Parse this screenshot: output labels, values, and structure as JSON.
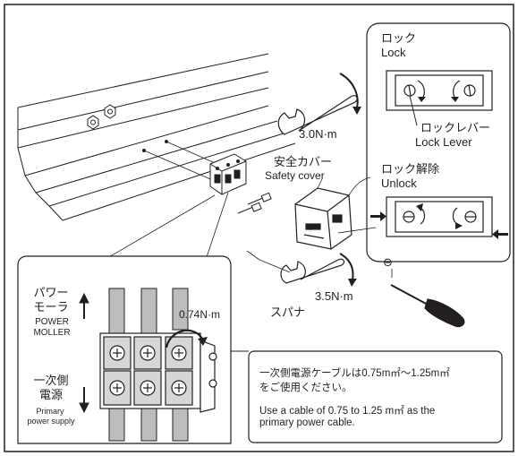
{
  "lock_panel": {
    "lock_ja": "ロック",
    "lock_en": "Lock",
    "lever_ja": "ロックレバー",
    "lever_en": "Lock Lever",
    "unlock_ja": "ロック解除",
    "unlock_en": "Unlock"
  },
  "torque": {
    "wrench_top": "3.0N·m",
    "wrench_bottom": "3.5N·m",
    "terminal": "0.74N·m"
  },
  "safety_cover": {
    "ja": "安全カバー",
    "en": "Safety cover"
  },
  "spanner_ja": "スパナ",
  "screwdriver_symbol": "⊖",
  "terminal_panel": {
    "power_ja_1": "パワー",
    "power_ja_2": "モーラ",
    "power_en_1": "POWER",
    "power_en_2": "MOLLER",
    "primary_ja_1": "一次側",
    "primary_ja_2": "電源",
    "primary_en_1": "Primary",
    "primary_en_2": "power supply"
  },
  "note": {
    "ja_line1": "一次側電源ケーブルは0.75m㎡〜1.25m㎡",
    "ja_line2": "をご使用ください。",
    "en_line1": "Use a cable of 0.75 to 1.25 m㎡ as the",
    "en_line2": "primary power cable."
  },
  "colors": {
    "ink": "#231f20",
    "rail_fill": "#ffffff",
    "cable_fill": "#bdbdbd",
    "terminal_fill": "#d6d6d6",
    "panel_border": "#231f20"
  }
}
